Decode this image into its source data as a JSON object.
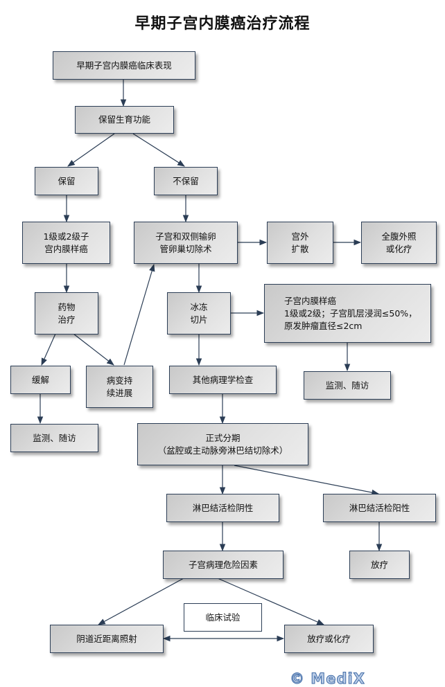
{
  "title": "早期子宫内膜癌治疗流程",
  "colors": {
    "line": "#2b3d55",
    "box_border": "#2b3d55",
    "box_fill_start": "#c9c9c9",
    "box_fill_end": "#ececec",
    "watermark": "#3f6aa6"
  },
  "nodes": {
    "clinical": "早期子宫内膜癌临床表现",
    "fertility": "保留生育功能",
    "preserve": "保留",
    "not_preserve": "不保留",
    "grade12": "1级或2级子\n宫内膜样癌",
    "hysterectomy": "子宫和双侧输卵\n管卵巢切除术",
    "extrauterine": "宫外\n扩散",
    "whole_abdomen": "全腹外照\n或化疗",
    "drug": "药物\n治疗",
    "frozen": "冰冻\n切片",
    "criteria": "子宫内膜样癌\n1级或2级；子宫肌层浸润≤50%，\n原发肿瘤直径≤2cm",
    "remission": "缓解",
    "progress": "病变持\n续进展",
    "other_path": "其他病理学检查",
    "monitor_right": "监测、随访",
    "monitor_left": "监测、随访",
    "staging": "正式分期\n（盆腔或主动脉旁淋巴结切除术）",
    "ln_negative": "淋巴结活检阴性",
    "ln_positive": "淋巴结活检阳性",
    "risk": "子宫病理危险因素",
    "radiotherapy": "放疗",
    "trial": "临床试验",
    "brachy": "阴道近距离照射",
    "radio_chemo": "放疗或化疗"
  },
  "watermark": "© MediX"
}
